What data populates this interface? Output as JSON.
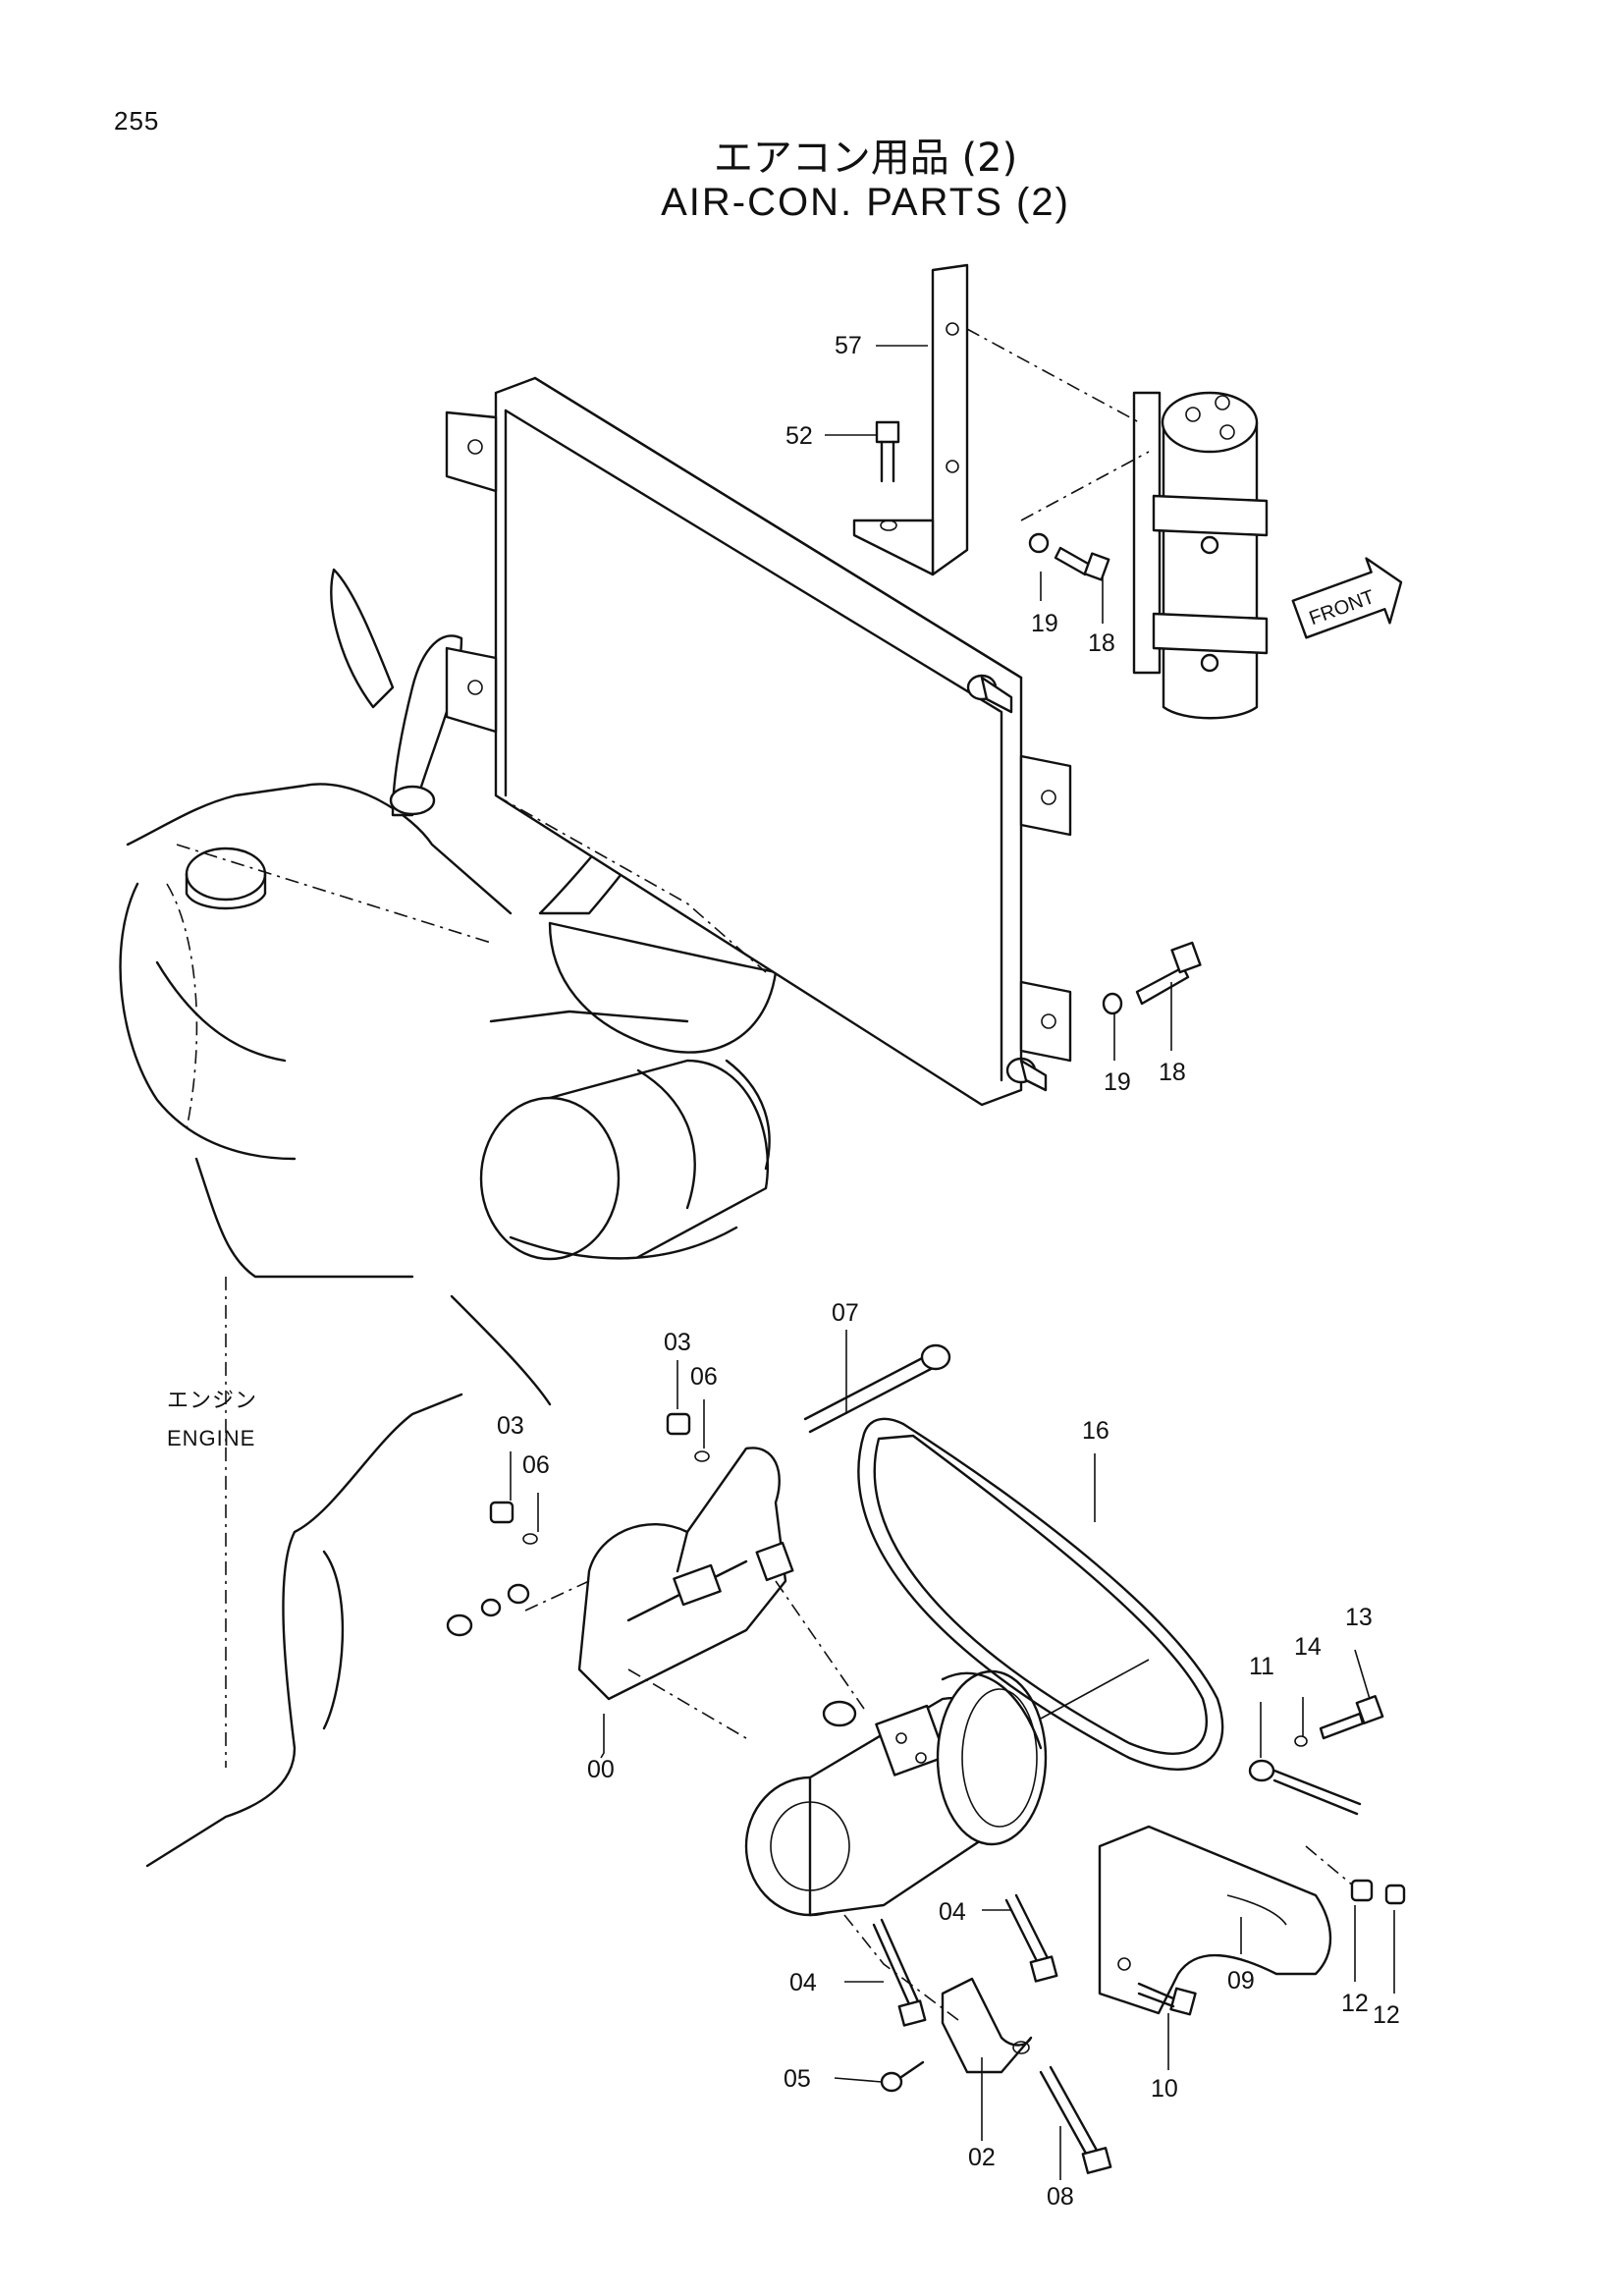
{
  "page_number": "255",
  "title_ja": "エアコン用品 (2)",
  "title_en": "AIR-CON. PARTS (2)",
  "engine_label_ja": "エンジン",
  "engine_label_en": "ENGINE",
  "front_label": "FRONT",
  "part_numbers": {
    "p57": "57",
    "p52": "52",
    "p19a": "19",
    "p18a": "18",
    "p19b": "19",
    "p18b": "18",
    "p07": "07",
    "p03a": "03",
    "p06a": "06",
    "p03b": "03",
    "p06b": "06",
    "p16": "16",
    "p13": "13",
    "p14": "14",
    "p11": "11",
    "p00": "00",
    "p04a": "04",
    "p04b": "04",
    "p09": "09",
    "p12a": "12",
    "p12b": "12",
    "p05": "05",
    "p10": "10",
    "p02": "02",
    "p08": "08"
  }
}
